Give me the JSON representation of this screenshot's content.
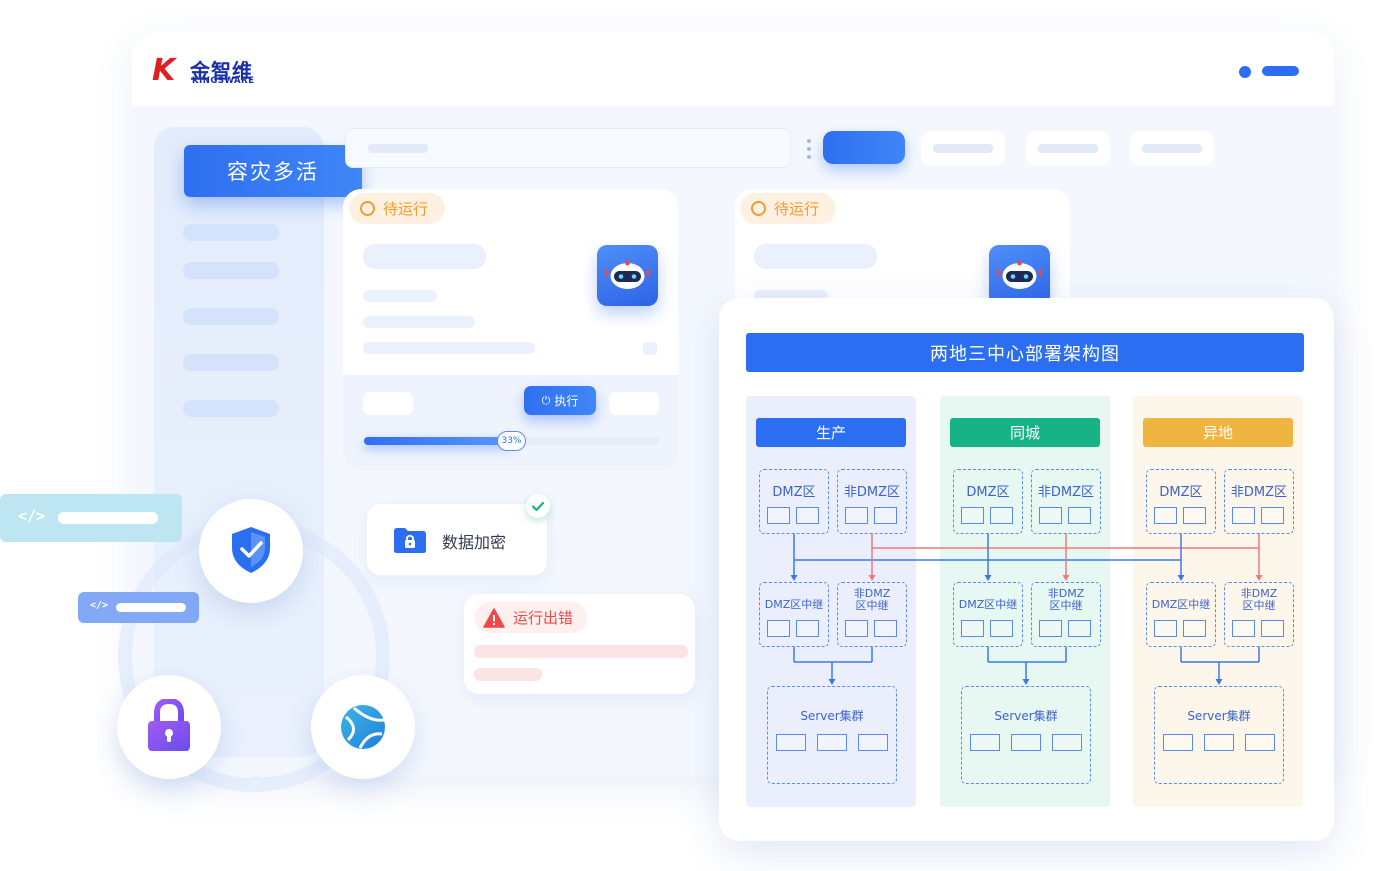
{
  "brand": {
    "name_cn": "金智维",
    "name_en": "KINGSWARE",
    "mark": "K"
  },
  "sidebar": {
    "active_label": "容灾多活"
  },
  "task_cards": [
    {
      "status": "待运行",
      "run_label": "执行",
      "progress_pct": 33,
      "progress_label": "33%"
    },
    {
      "status": "待运行"
    }
  ],
  "encrypt_card": {
    "label": "数据加密"
  },
  "error_card": {
    "label": "运行出错"
  },
  "floating_icons": [
    "shield-check-icon",
    "lock-icon",
    "globe-icon",
    "code-icon"
  ],
  "diagram": {
    "title": "两地三中心部署架构图",
    "columns": [
      {
        "name": "生产",
        "color": "#2b6ef2",
        "bg": "#ebeffd"
      },
      {
        "name": "同城",
        "color": "#17b386",
        "bg": "#e7f7f1"
      },
      {
        "name": "异地",
        "color": "#f0b440",
        "bg": "#fdf6ea"
      }
    ],
    "zone_dmz": "DMZ区",
    "zone_non_dmz": "非DMZ区",
    "relay_dmz": "DMZ区中继",
    "relay_non_dmz_line1": "非DMZ",
    "relay_non_dmz_line2": "区中继",
    "cluster": "Server集群",
    "colors": {
      "link_blue": "#3b78f0",
      "link_red": "#f0787a",
      "box_border": "#5a8be8"
    }
  }
}
